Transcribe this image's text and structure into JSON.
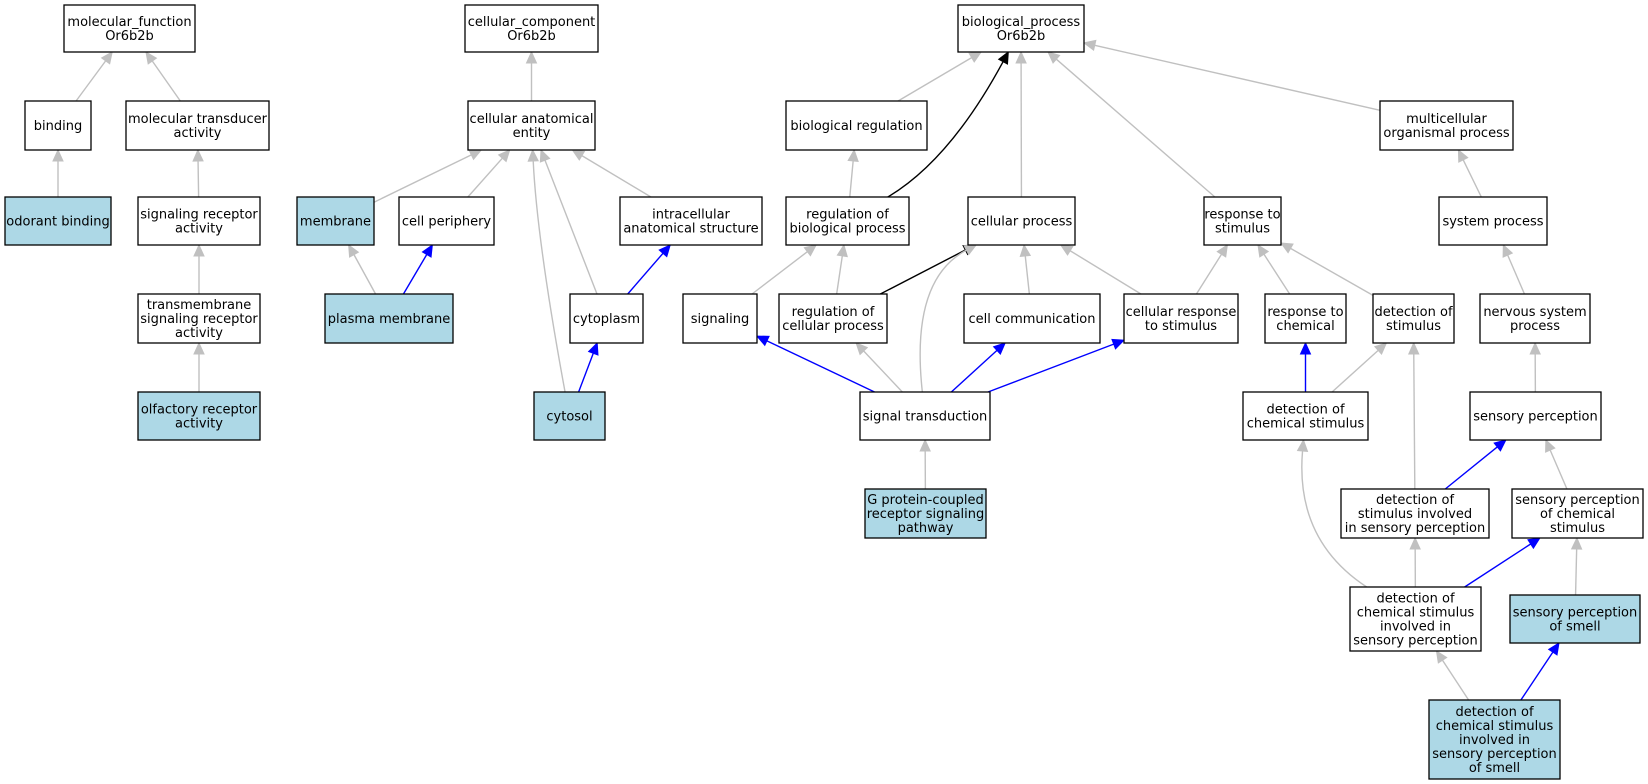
{
  "colors": {
    "highlight_fill": "#add8e6",
    "plain_fill": "#ffffff",
    "edge_gray": "#c0c0c0",
    "edge_blue": "#0000ff",
    "edge_black": "#000000"
  },
  "nodes": [
    {
      "id": "mf",
      "lines": [
        "molecular_function",
        "Or6b2b"
      ],
      "hl": false
    },
    {
      "id": "binding",
      "lines": [
        "binding"
      ],
      "hl": false
    },
    {
      "id": "mta",
      "lines": [
        "molecular transducer",
        "activity"
      ],
      "hl": false
    },
    {
      "id": "odorant",
      "lines": [
        "odorant binding"
      ],
      "hl": true
    },
    {
      "id": "sra",
      "lines": [
        "signaling receptor",
        "activity"
      ],
      "hl": false
    },
    {
      "id": "tsra",
      "lines": [
        "transmembrane",
        "signaling receptor",
        "activity"
      ],
      "hl": false
    },
    {
      "id": "ora",
      "lines": [
        "olfactory receptor",
        "activity"
      ],
      "hl": true
    },
    {
      "id": "cc",
      "lines": [
        "cellular_component",
        "Or6b2b"
      ],
      "hl": false
    },
    {
      "id": "cae",
      "lines": [
        "cellular anatomical",
        "entity"
      ],
      "hl": false
    },
    {
      "id": "membrane",
      "lines": [
        "membrane"
      ],
      "hl": true
    },
    {
      "id": "cellper",
      "lines": [
        "cell periphery"
      ],
      "hl": false
    },
    {
      "id": "ias",
      "lines": [
        "intracellular",
        "anatomical structure"
      ],
      "hl": false
    },
    {
      "id": "pm",
      "lines": [
        "plasma membrane"
      ],
      "hl": true
    },
    {
      "id": "cytoplasm",
      "lines": [
        "cytoplasm"
      ],
      "hl": false
    },
    {
      "id": "cytosol",
      "lines": [
        "cytosol"
      ],
      "hl": true
    },
    {
      "id": "bp",
      "lines": [
        "biological_process",
        "Or6b2b"
      ],
      "hl": false
    },
    {
      "id": "breg",
      "lines": [
        "biological regulation"
      ],
      "hl": false
    },
    {
      "id": "rbp",
      "lines": [
        "regulation of",
        "biological process"
      ],
      "hl": false
    },
    {
      "id": "cp",
      "lines": [
        "cellular process"
      ],
      "hl": false
    },
    {
      "id": "rts",
      "lines": [
        "response to",
        "stimulus"
      ],
      "hl": false
    },
    {
      "id": "mop",
      "lines": [
        "multicellular",
        "organismal process"
      ],
      "hl": false
    },
    {
      "id": "sysproc",
      "lines": [
        "system process"
      ],
      "hl": false
    },
    {
      "id": "signaling",
      "lines": [
        "signaling"
      ],
      "hl": false
    },
    {
      "id": "rcp",
      "lines": [
        "regulation of",
        "cellular process"
      ],
      "hl": false
    },
    {
      "id": "cellcomm",
      "lines": [
        "cell communication"
      ],
      "hl": false
    },
    {
      "id": "crts",
      "lines": [
        "cellular response",
        "to stimulus"
      ],
      "hl": false
    },
    {
      "id": "rtc",
      "lines": [
        "response to",
        "chemical"
      ],
      "hl": false
    },
    {
      "id": "dos",
      "lines": [
        "detection of",
        "stimulus"
      ],
      "hl": false
    },
    {
      "id": "nsp",
      "lines": [
        "nervous system",
        "process"
      ],
      "hl": false
    },
    {
      "id": "st",
      "lines": [
        "signal transduction"
      ],
      "hl": false
    },
    {
      "id": "docs",
      "lines": [
        "detection of",
        "chemical stimulus"
      ],
      "hl": false
    },
    {
      "id": "sensperc",
      "lines": [
        "sensory perception"
      ],
      "hl": false
    },
    {
      "id": "gpcr",
      "lines": [
        "G protein-coupled",
        "receptor signaling",
        "pathway"
      ],
      "hl": true
    },
    {
      "id": "dosisp",
      "lines": [
        "detection of",
        "stimulus involved",
        "in sensory perception"
      ],
      "hl": false
    },
    {
      "id": "spocs",
      "lines": [
        "sensory perception",
        "of chemical",
        "stimulus"
      ],
      "hl": false
    },
    {
      "id": "docsisp",
      "lines": [
        "detection of",
        "chemical stimulus",
        "involved in",
        "sensory perception"
      ],
      "hl": false
    },
    {
      "id": "spos",
      "lines": [
        "sensory perception",
        "of smell"
      ],
      "hl": true
    },
    {
      "id": "docsispos",
      "lines": [
        "detection of",
        "chemical stimulus",
        "involved in",
        "sensory perception",
        "of smell"
      ],
      "hl": true
    }
  ],
  "edges": [
    {
      "from": "binding",
      "to": "mf",
      "color": "gray"
    },
    {
      "from": "mta",
      "to": "mf",
      "color": "gray"
    },
    {
      "from": "odorant",
      "to": "binding",
      "color": "gray"
    },
    {
      "from": "sra",
      "to": "mta",
      "color": "gray"
    },
    {
      "from": "tsra",
      "to": "sra",
      "color": "gray"
    },
    {
      "from": "ora",
      "to": "tsra",
      "color": "gray"
    },
    {
      "from": "cae",
      "to": "cc",
      "color": "gray"
    },
    {
      "from": "membrane",
      "to": "cae",
      "color": "gray"
    },
    {
      "from": "cellper",
      "to": "cae",
      "color": "gray"
    },
    {
      "from": "ias",
      "to": "cae",
      "color": "gray"
    },
    {
      "from": "cytoplasm",
      "to": "cae",
      "color": "gray"
    },
    {
      "from": "cytosol",
      "to": "cae",
      "color": "gray"
    },
    {
      "from": "pm",
      "to": "membrane",
      "color": "gray"
    },
    {
      "from": "pm",
      "to": "cellper",
      "color": "blue"
    },
    {
      "from": "cytoplasm",
      "to": "ias",
      "color": "blue"
    },
    {
      "from": "cytosol",
      "to": "cytoplasm",
      "color": "blue"
    },
    {
      "from": "breg",
      "to": "bp",
      "color": "gray"
    },
    {
      "from": "rbp",
      "to": "bp",
      "color": "black"
    },
    {
      "from": "cp",
      "to": "bp",
      "color": "gray"
    },
    {
      "from": "rts",
      "to": "bp",
      "color": "gray"
    },
    {
      "from": "mop",
      "to": "bp",
      "color": "gray"
    },
    {
      "from": "rbp",
      "to": "breg",
      "color": "gray"
    },
    {
      "from": "signaling",
      "to": "rbp",
      "color": "gray"
    },
    {
      "from": "rcp",
      "to": "rbp",
      "color": "gray"
    },
    {
      "from": "rcp",
      "to": "cp",
      "color": "black"
    },
    {
      "from": "cellcomm",
      "to": "cp",
      "color": "gray"
    },
    {
      "from": "crts",
      "to": "cp",
      "color": "gray"
    },
    {
      "from": "st",
      "to": "cp",
      "color": "gray"
    },
    {
      "from": "crts",
      "to": "rts",
      "color": "gray"
    },
    {
      "from": "rtc",
      "to": "rts",
      "color": "gray"
    },
    {
      "from": "dos",
      "to": "rts",
      "color": "gray"
    },
    {
      "from": "sysproc",
      "to": "mop",
      "color": "gray"
    },
    {
      "from": "nsp",
      "to": "sysproc",
      "color": "gray"
    },
    {
      "from": "st",
      "to": "signaling",
      "color": "blue"
    },
    {
      "from": "st",
      "to": "rcp",
      "color": "gray"
    },
    {
      "from": "st",
      "to": "cellcomm",
      "color": "blue"
    },
    {
      "from": "st",
      "to": "crts",
      "color": "blue"
    },
    {
      "from": "docs",
      "to": "rtc",
      "color": "blue"
    },
    {
      "from": "docs",
      "to": "dos",
      "color": "gray"
    },
    {
      "from": "sensperc",
      "to": "nsp",
      "color": "gray"
    },
    {
      "from": "gpcr",
      "to": "st",
      "color": "gray"
    },
    {
      "from": "dosisp",
      "to": "dos",
      "color": "gray"
    },
    {
      "from": "dosisp",
      "to": "sensperc",
      "color": "blue"
    },
    {
      "from": "spocs",
      "to": "sensperc",
      "color": "gray"
    },
    {
      "from": "docsisp",
      "to": "docs",
      "color": "gray"
    },
    {
      "from": "docsisp",
      "to": "dosisp",
      "color": "gray"
    },
    {
      "from": "docsisp",
      "to": "spocs",
      "color": "blue"
    },
    {
      "from": "spos",
      "to": "spocs",
      "color": "gray"
    },
    {
      "from": "docsispos",
      "to": "docsisp",
      "color": "gray"
    },
    {
      "from": "docsispos",
      "to": "spos",
      "color": "blue"
    }
  ]
}
